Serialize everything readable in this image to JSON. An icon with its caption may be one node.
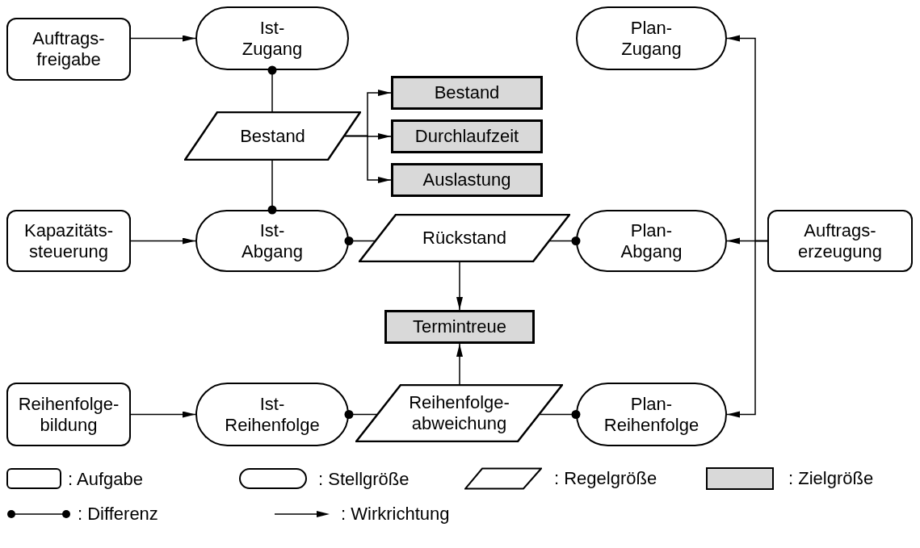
{
  "diagram": {
    "nodes": [
      {
        "text": [
          "Auftrags- freigabe"
        ]
      },
      {
        "text": [
          "Ist- Zugang"
        ]
      },
      {
        "text": [
          "Plan- Zugang"
        ]
      },
      {
        "text": [
          "Bestand"
        ]
      },
      {
        "text": [
          "Bestand"
        ]
      },
      {
        "text": [
          "Durchlaufzeit"
        ]
      },
      {
        "text": [
          "Auslastung"
        ]
      },
      {
        "text": [
          "Kapazitäts- steuerung"
        ]
      },
      {
        "text": [
          "Ist- Abgang"
        ]
      },
      {
        "text": [
          "Rückstand"
        ]
      },
      {
        "text": [
          "Plan- Abgang"
        ]
      },
      {
        "text": [
          "Auftrags- erzeugung"
        ]
      },
      {
        "text": [
          "Termintreue"
        ]
      },
      {
        "text": [
          "Reihenfolge- bildung"
        ]
      },
      {
        "text": [
          "Ist- Reihenfolge"
        ]
      },
      {
        "text": [
          "Reihenfolge- abweichung"
        ]
      },
      {
        "text": [
          "Plan- Reihenfolge"
        ]
      }
    ],
    "edges": [
      {
        "from": 0,
        "to": 1,
        "arrow": "to"
      },
      {
        "from": 3,
        "to": 1,
        "arrow": "other"
      },
      {
        "from": 3,
        "to": 8,
        "arrow": "other"
      },
      {
        "from": 3,
        "to": 4,
        "arrow": "to"
      },
      {
        "from": 3,
        "to": 5,
        "arrow": "to"
      },
      {
        "from": 3,
        "to": 6,
        "arrow": "to"
      },
      {
        "from": 7,
        "to": 8,
        "arrow": "to"
      },
      {
        "from": 9,
        "to": 8,
        "arrow": "other"
      },
      {
        "from": 9,
        "to": 10,
        "arrow": "other"
      },
      {
        "from": 11,
        "to": 10,
        "arrow": "to"
      },
      {
        "from": 11,
        "to": 2,
        "arrow": "to"
      },
      {
        "from": 11,
        "to": 16,
        "arrow": "to"
      },
      {
        "from": 9,
        "to": 12,
        "arrow": "to"
      },
      {
        "from": 15,
        "to": 12,
        "arrow": "to"
      },
      {
        "from": 13,
        "to": 14,
        "arrow": "to"
      },
      {
        "from": 15,
        "to": 14,
        "arrow": "other"
      },
      {
        "from": 15,
        "to": 16,
        "arrow": "other"
      }
    ],
    "legend": [
      {
        "text": ": Aufgabe"
      },
      {
        "text": ": Stellgröße"
      },
      {
        "text": ": Regelgröße"
      },
      {
        "text": ": Zielgröße",
        "color": "#d9d9d9"
      },
      {
        "text": ": Differenz"
      },
      {
        "text": ": Wirkrichtung"
      }
    ]
  }
}
